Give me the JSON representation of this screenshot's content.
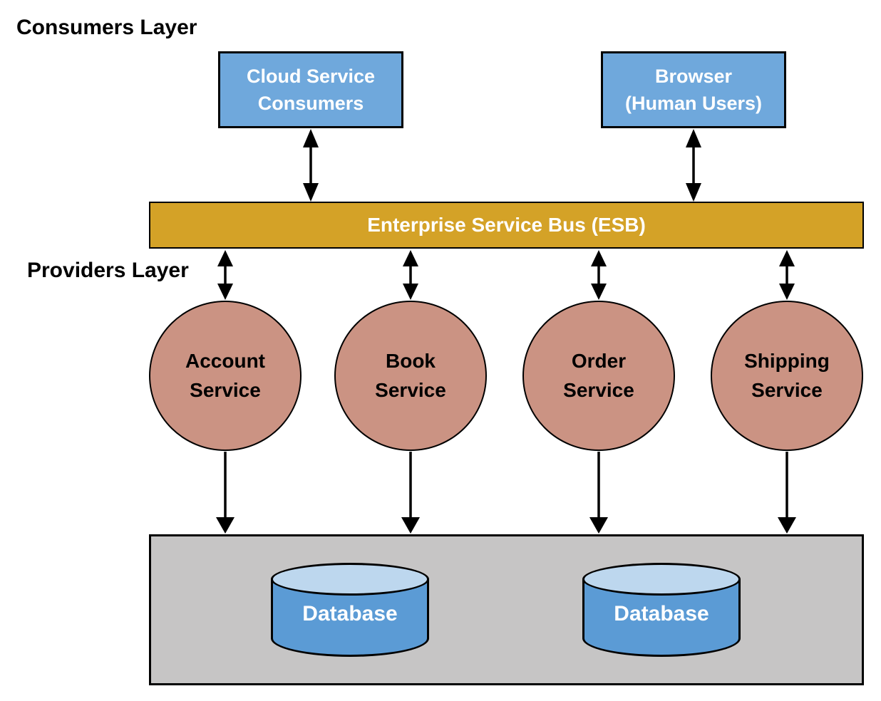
{
  "labels": {
    "consumers_layer": "Consumers Layer",
    "providers_layer": "Providers Layer"
  },
  "consumers": {
    "cloud": {
      "line1": "Cloud Service",
      "line2": "Consumers"
    },
    "browser": {
      "line1": "Browser",
      "line2": "(Human Users)"
    }
  },
  "esb": {
    "label": "Enterprise Service Bus (ESB)"
  },
  "services": [
    {
      "line1": "Account",
      "line2": "Service"
    },
    {
      "line1": "Book",
      "line2": "Service"
    },
    {
      "line1": "Order",
      "line2": "Service"
    },
    {
      "line1": "Shipping",
      "line2": "Service"
    }
  ],
  "databases": [
    {
      "label": "Database"
    },
    {
      "label": "Database"
    }
  ],
  "colors": {
    "consumer_box": "#6fa8dc",
    "esb_bar": "#d4a227",
    "service_circle": "#cb9383",
    "provider_zone": "#c6c5c5",
    "database_body": "#5b9bd5",
    "database_top": "#bdd7ee",
    "arrow": "#000000",
    "box_text": "#ffffff",
    "circle_text": "#000000",
    "layer_label_text": "#000000"
  }
}
